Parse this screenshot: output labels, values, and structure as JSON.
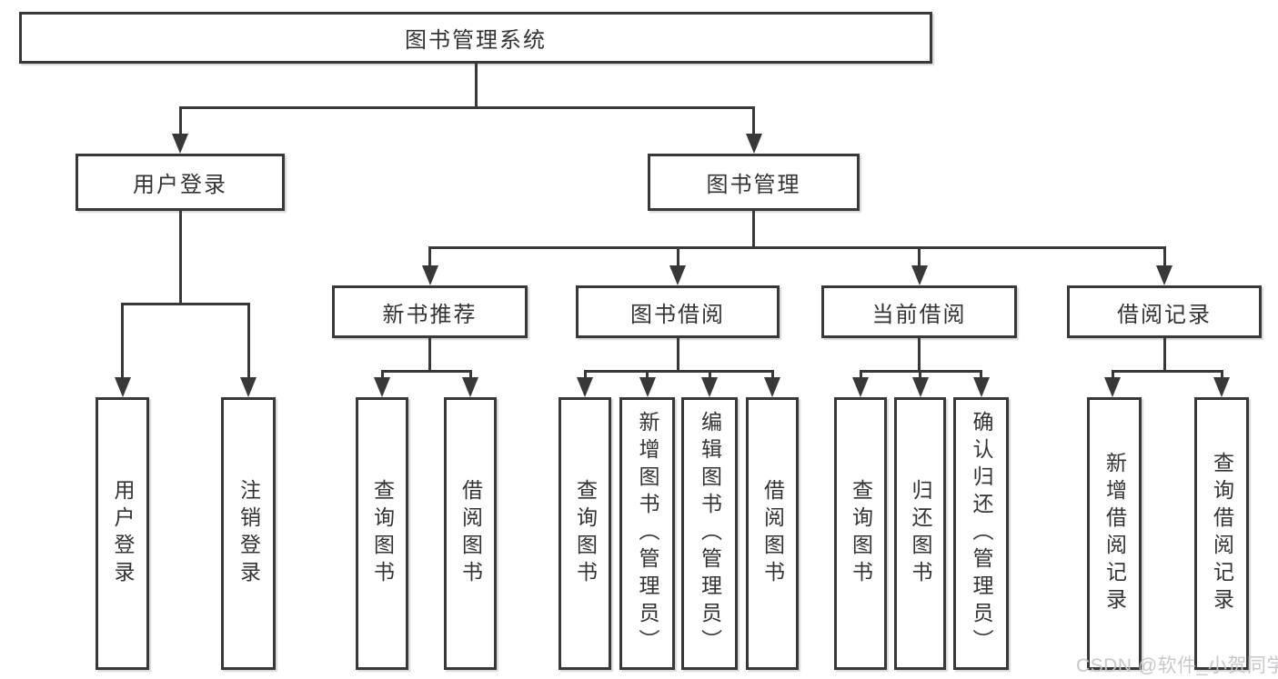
{
  "colors": {
    "line": "#383838",
    "text": "#333333",
    "background": "#ffffff",
    "watermark": "#c6c6ca"
  },
  "watermark": "CSDN @软件_小贺同学",
  "tree": {
    "label": "图书管理系统",
    "children": [
      {
        "label": "用户登录",
        "children": [
          {
            "label": "用户登录"
          },
          {
            "label": "注销登录"
          }
        ]
      },
      {
        "label": "图书管理",
        "children": [
          {
            "label": "新书推荐",
            "children": [
              {
                "label": "查询图书"
              },
              {
                "label": "借阅图书"
              }
            ]
          },
          {
            "label": "图书借阅",
            "children": [
              {
                "label": "查询图书"
              },
              {
                "label": "新增图书（管理员）"
              },
              {
                "label": "编辑图书（管理员）"
              },
              {
                "label": "借阅图书"
              }
            ]
          },
          {
            "label": "当前借阅",
            "children": [
              {
                "label": "查询图书"
              },
              {
                "label": "归还图书"
              },
              {
                "label": "确认归还（管理员）"
              }
            ]
          },
          {
            "label": "借阅记录",
            "children": [
              {
                "label": "新增借阅记录"
              },
              {
                "label": "查询借阅记录"
              }
            ]
          }
        ]
      }
    ]
  }
}
